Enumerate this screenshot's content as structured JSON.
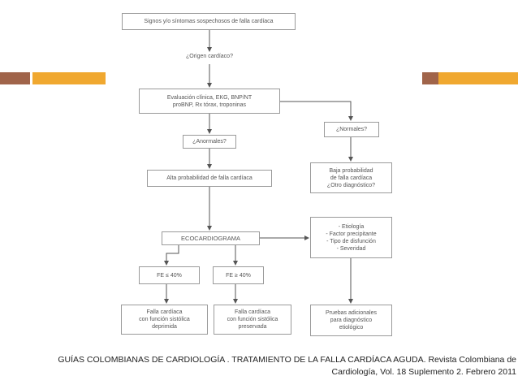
{
  "colors": {
    "bar_brown": "#a0644a",
    "bar_orange": "#f0a830",
    "line": "#555555",
    "box_border": "#9a9a9a"
  },
  "flowchart": {
    "signos": "Signos y/o síntomas sospechosos de falla cardíaca",
    "origen": "¿Origen cardíaco?",
    "evaluacion": "Evaluación clínica, EKG, BNP/NT\nproBNP, Rx tórax, troponinas",
    "anormales": "¿Anormales?",
    "normales": "¿Normales?",
    "baja": "Baja probabilidad\nde falla cardíaca\n¿Otro diagnóstico?",
    "alta": "Alta probabilidad de falla cardíaca",
    "eco": "ECOCARDIOGRAMA",
    "detalles": "- Etiología\n- Factor precipitante\n- Tipo de disfunción\n- Severidad",
    "fe_menor": "FE ≤ 40%",
    "fe_mayor": "FE ≥ 40%",
    "falla_deprimida": "Falla cardíaca\ncon función sistólica\ndeprimida",
    "falla_preservada": "Falla cardíaca\ncon función sistólica\npreservada",
    "pruebas": "Pruebas adicionales\npara diagnóstico\netiológico"
  },
  "citation": "GUÍAS COLOMBIANAS DE CARDIOLOGÍA . TRATAMIENTO DE LA FALLA CARDÍACA AGUDA. Revista Colombiana de Cardiología, Vol. 18 Suplemento 2. Febrero 2011"
}
